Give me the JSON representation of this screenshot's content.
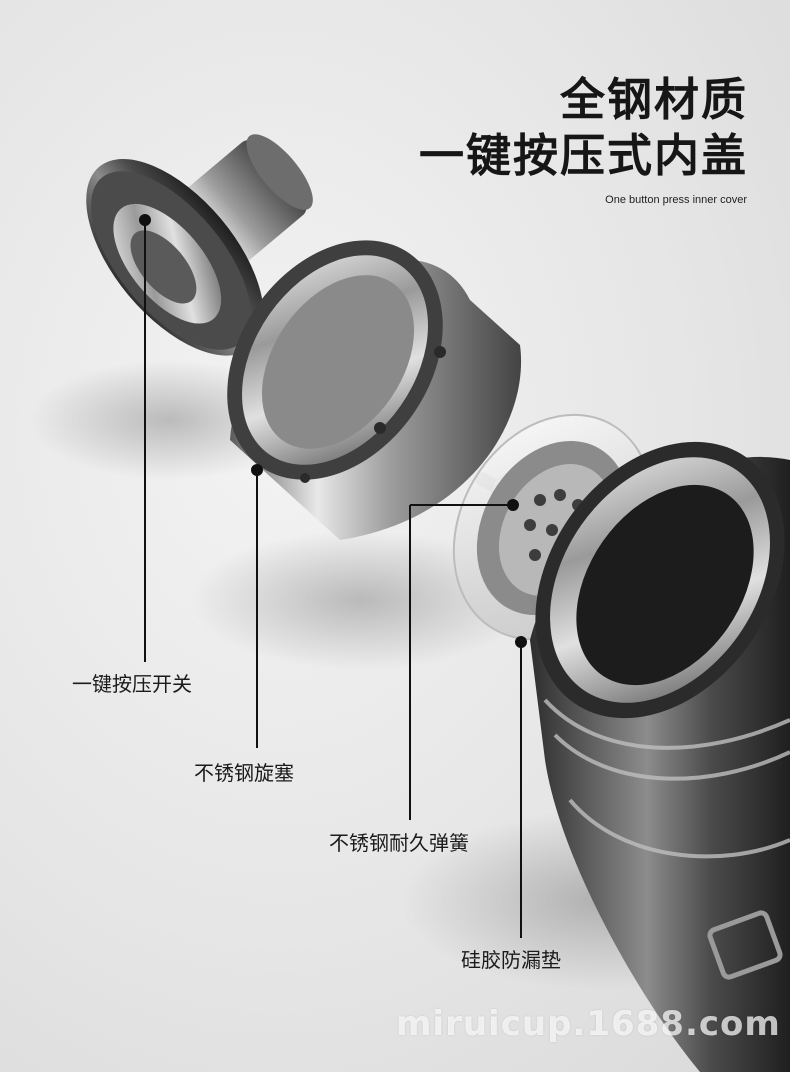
{
  "headline": {
    "line1": "全钢材质",
    "line2": "一键按压式内盖",
    "subtitle": "One button press inner cover"
  },
  "callouts": {
    "switch": "一键按压开关",
    "plug": "不锈钢旋塞",
    "spring": "不锈钢耐久弹簧",
    "gasket": "硅胶防漏垫"
  },
  "watermark": "miruicup.1688.com",
  "colors": {
    "background": "#e6e6e6",
    "text": "#161616",
    "steel_dark": "#3a3a3a",
    "steel_light": "#d0d0d0"
  }
}
